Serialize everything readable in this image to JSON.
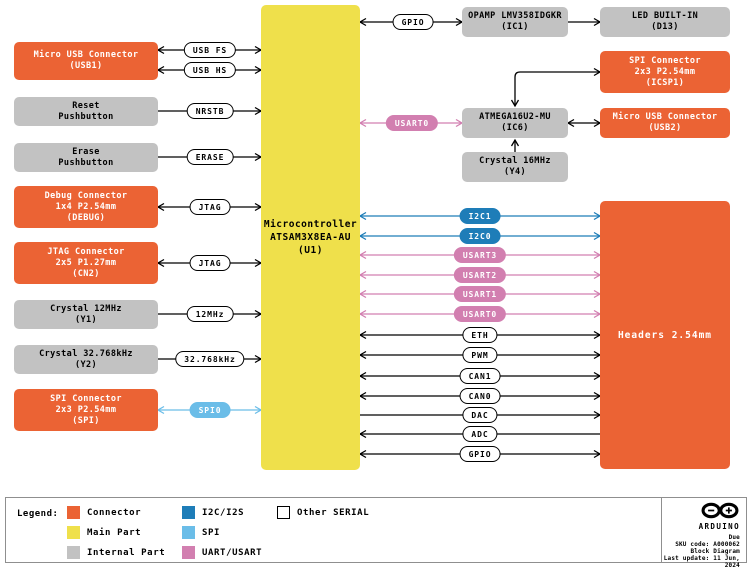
{
  "colors": {
    "connector": "#EB6334",
    "main_part": "#EFE04B",
    "internal_part": "#C2C2C2",
    "i2c_i2s": "#1E7DB8",
    "spi": "#6BBDE8",
    "uart_usart": "#D27FB0",
    "other_serial": "#FFFFFF"
  },
  "mcu": {
    "line1": "Microcontroller",
    "line2": "ATSAM3X8EA-AU",
    "line3": "(U1)"
  },
  "left": {
    "usb1": {
      "line1": "Micro USB Connector",
      "line2": "(USB1)"
    },
    "reset": {
      "line1": "Reset",
      "line2": "Pushbutton"
    },
    "erase": {
      "line1": "Erase",
      "line2": "Pushbutton"
    },
    "debug": {
      "line1": "Debug Connector",
      "line2": "1x4 P2.54mm",
      "line3": "(DEBUG)"
    },
    "cn2": {
      "line1": "JTAG Connector",
      "line2": "2x5 P1.27mm",
      "line3": "(CN2)"
    },
    "y1": {
      "line1": "Crystal 12MHz",
      "line2": "(Y1)"
    },
    "y2": {
      "line1": "Crystal 32.768kHz",
      "line2": "(Y2)"
    },
    "spi": {
      "line1": "SPI Connector",
      "line2": "2x3 P2.54mm",
      "line3": "(SPI)"
    }
  },
  "top": {
    "ic1": {
      "line1": "OPAMP LMV358IDGKR",
      "line2": "(IC1)"
    },
    "d13": {
      "line1": "LED BUILT-IN",
      "line2": "(D13)"
    }
  },
  "right": {
    "icsp1": {
      "line1": "SPI Connector",
      "line2": "2x3 P2.54mm",
      "line3": "(ICSP1)"
    },
    "ic6": {
      "line1": "ATMEGA16U2-MU",
      "line2": "(IC6)"
    },
    "usb2": {
      "line1": "Micro USB Connector",
      "line2": "(USB2)"
    },
    "y4": {
      "line1": "Crystal 16MHz",
      "line2": "(Y4)"
    },
    "headers": {
      "label": "Headers 2.54mm"
    }
  },
  "pills": {
    "usb_fs": "USB FS",
    "usb_hs": "USB HS",
    "nrstb": "NRSTB",
    "erase": "ERASE",
    "jtag1": "JTAG",
    "jtag2": "JTAG",
    "mhz12": "12MHz",
    "khz32": "32.768kHz",
    "spi0": "SPI0",
    "gpio_top": "GPIO",
    "usart0_mid": "USART0",
    "i2c1": "I2C1",
    "i2c0": "I2C0",
    "usart3": "USART3",
    "usart2": "USART2",
    "usart1": "USART1",
    "usart0": "USART0",
    "eth": "ETH",
    "pwm": "PWM",
    "can1": "CAN1",
    "can0": "CAN0",
    "dac": "DAC",
    "adc": "ADC",
    "gpio": "GPIO"
  },
  "legend": {
    "title": "Legend:",
    "items": [
      {
        "label": "Connector",
        "color": "#EB6334"
      },
      {
        "label": "Main Part",
        "color": "#EFE04B"
      },
      {
        "label": "Internal Part",
        "color": "#C2C2C2"
      },
      {
        "label": "I2C/I2S",
        "color": "#1E7DB8"
      },
      {
        "label": "SPI",
        "color": "#6BBDE8"
      },
      {
        "label": "UART/USART",
        "color": "#D27FB0"
      },
      {
        "label": "Other SERIAL",
        "color": "#FFFFFF"
      }
    ]
  },
  "titleblock": {
    "brand": "ARDUINO",
    "product": "Due",
    "sku": "SKU code: A000062",
    "doc": "Block Diagram",
    "updated": "Last update: 11 Jun, 2024"
  }
}
